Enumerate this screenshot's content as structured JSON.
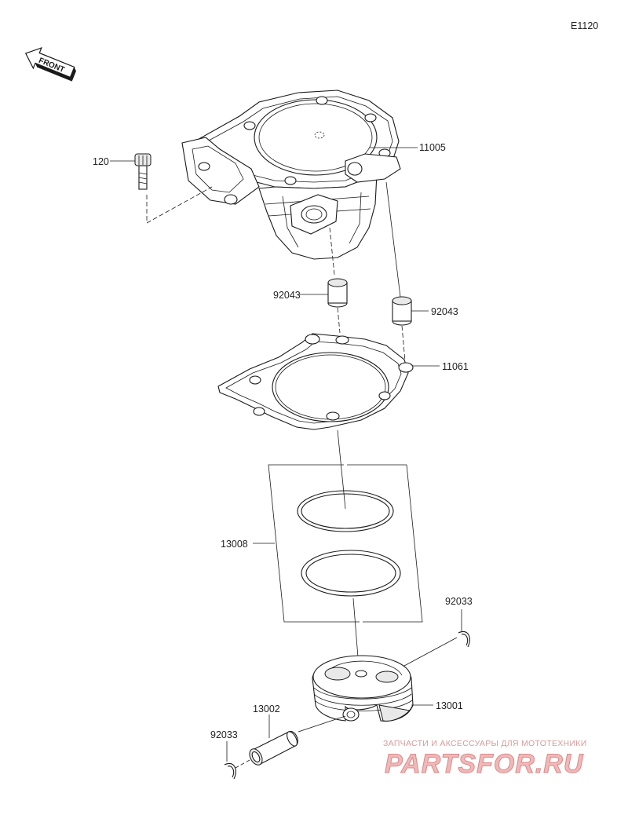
{
  "diagram_code": "E1120",
  "front_marker": "FRONT",
  "parts": {
    "bolt": "120",
    "cylinder": "11005",
    "dowel_pin_left": "92043",
    "dowel_pin_right": "92043",
    "gasket": "11061",
    "ring_set": "13008",
    "circlip_top": "92033",
    "piston": "13001",
    "piston_pin": "13002",
    "circlip_bottom": "92033"
  },
  "watermark": {
    "tagline": "ЗАПЧАСТИ И АКСЕССУАРЫ ДЛЯ МОТОТЕХНИКИ",
    "brand": "PARTSFOR.RU"
  },
  "colors": {
    "line": "#1a1a1a",
    "watermark": "#e8a0a0"
  }
}
